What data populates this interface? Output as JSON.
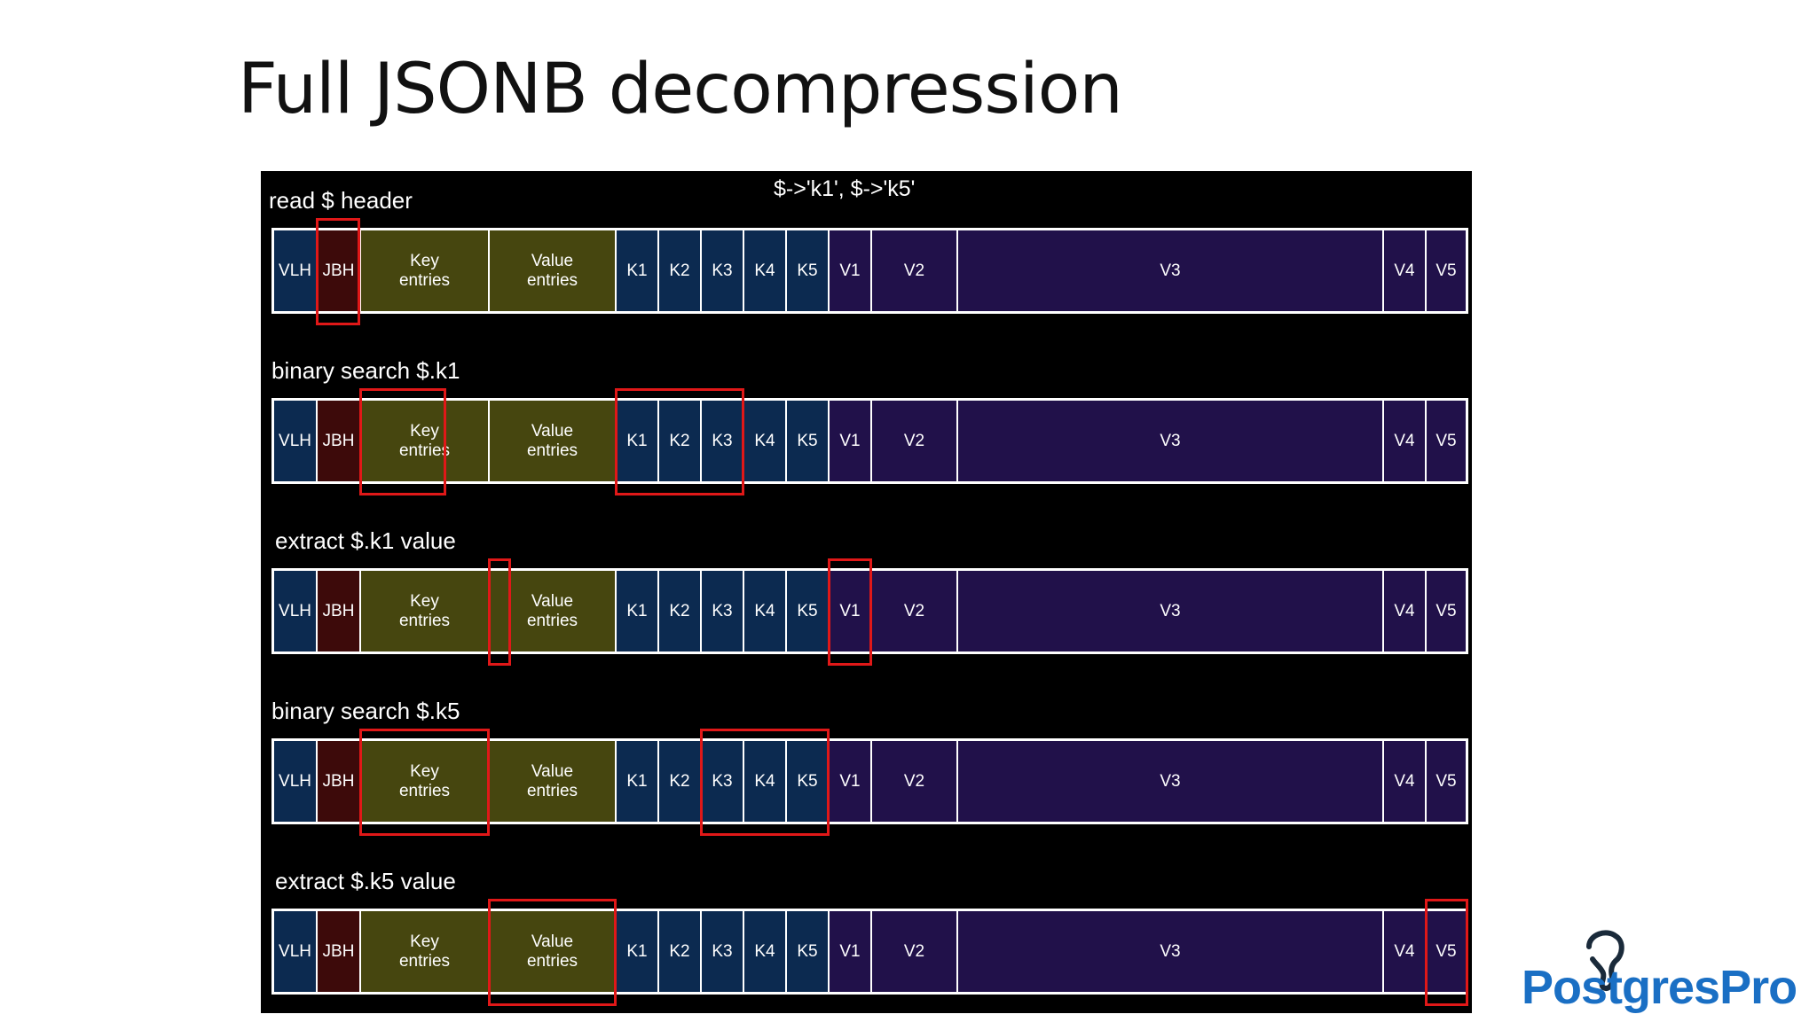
{
  "slide": {
    "title": "Full JSONB decompression"
  },
  "diagram": {
    "query": "$->'k1', $->'k5'",
    "cells": [
      {
        "id": "vlh",
        "label": "VLH",
        "kind": "vlh"
      },
      {
        "id": "jbh",
        "label": "JBH",
        "kind": "jbh"
      },
      {
        "id": "key",
        "label": "Key\nentries",
        "kind": "key"
      },
      {
        "id": "val",
        "label": "Value\nentries",
        "kind": "val"
      },
      {
        "id": "k1",
        "label": "K1",
        "kind": "k"
      },
      {
        "id": "k2",
        "label": "K2",
        "kind": "k"
      },
      {
        "id": "k3",
        "label": "K3",
        "kind": "k"
      },
      {
        "id": "k4",
        "label": "K4",
        "kind": "k"
      },
      {
        "id": "k5",
        "label": "K5",
        "kind": "k"
      },
      {
        "id": "v1",
        "label": "V1",
        "kind": "v"
      },
      {
        "id": "v2",
        "label": "V2",
        "kind": "v"
      },
      {
        "id": "v3",
        "label": "V3",
        "kind": "v"
      },
      {
        "id": "v4",
        "label": "V4",
        "kind": "v"
      },
      {
        "id": "v5",
        "label": "V5",
        "kind": "v"
      }
    ],
    "steps": [
      {
        "label": "read $ header",
        "highlights": [
          "jbh"
        ]
      },
      {
        "label": "binary search $.k1",
        "highlights": [
          "key-part",
          "k1-k3"
        ]
      },
      {
        "label": "extract $.k1 value",
        "highlights": [
          "val-first",
          "v1"
        ]
      },
      {
        "label": "binary search $.k5",
        "highlights": [
          "key",
          "k3-k5"
        ]
      },
      {
        "label": "extract $.k5 value",
        "highlights": [
          "val",
          "v5"
        ]
      }
    ],
    "colors": {
      "background": "#000000",
      "vlh": "#0c2a50",
      "jbh": "#3d0a0a",
      "entries": "#46460f",
      "keys": "#0c2a50",
      "values": "#21114a",
      "highlight": "#e01818",
      "border": "#ffffff"
    }
  },
  "logo": {
    "text": "PostgresPro",
    "icon": "elephant-icon",
    "color": "#1a6fc4"
  }
}
